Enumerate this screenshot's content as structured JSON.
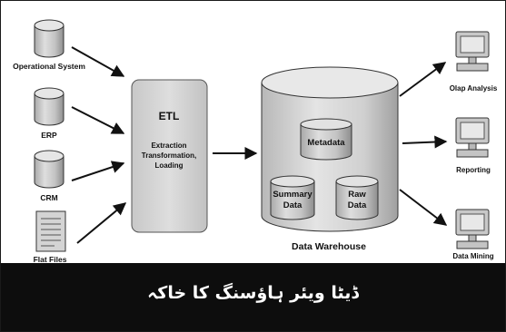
{
  "sources": [
    {
      "key": "operational",
      "label": "Operational System",
      "icon": "database-cylinder-icon"
    },
    {
      "key": "erp",
      "label": "ERP",
      "icon": "database-cylinder-icon"
    },
    {
      "key": "crm",
      "label": "CRM",
      "icon": "database-cylinder-icon"
    },
    {
      "key": "flatfiles",
      "label": "Flat Files",
      "icon": "document-icon"
    }
  ],
  "etl": {
    "title": "ETL",
    "line1": "Extraction",
    "line2": "Transformation,",
    "line3": "Loading"
  },
  "warehouse": {
    "label": "Data Warehouse",
    "metadata": "Metadata",
    "summary_line1": "Summary",
    "summary_line2": "Data",
    "raw_line1": "Raw",
    "raw_line2": "Data"
  },
  "outputs": [
    {
      "key": "olap",
      "label": "Olap Analysis",
      "icon": "monitor-icon"
    },
    {
      "key": "reporting",
      "label": "Reporting",
      "icon": "monitor-icon"
    },
    {
      "key": "mining",
      "label": "Data Mining",
      "icon": "monitor-icon"
    }
  ],
  "caption": "ڈیٹا ویئر ہاؤسنگ کا خاکہ",
  "colors": {
    "background": "#ffffff",
    "shape_fill": "#cfcfcf",
    "shape_stroke": "#333333",
    "caption_bar": "#0d0d0d",
    "caption_text": "#ffffff"
  }
}
